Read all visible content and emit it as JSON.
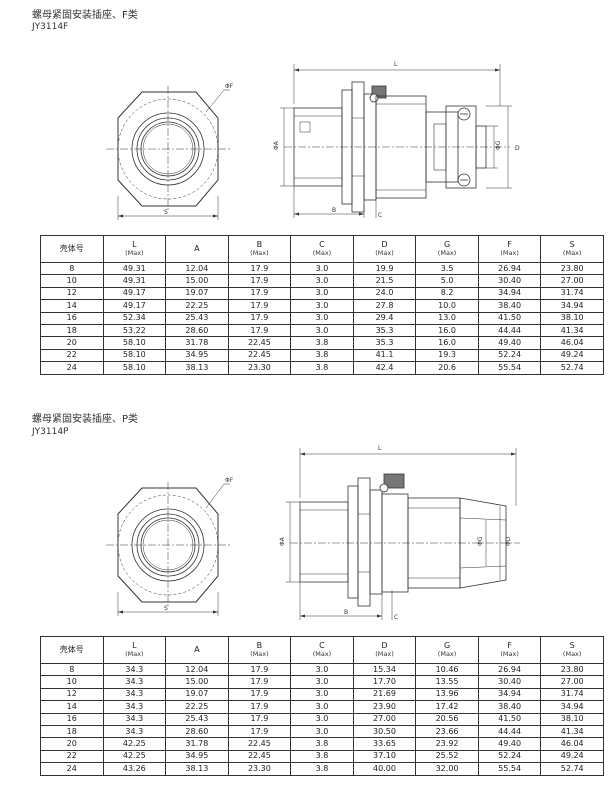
{
  "sections": [
    {
      "title": "螺母紧固安装插座、F类",
      "model": "JY3114F",
      "labels": {
        "phiF": "ΦF",
        "S": "S",
        "L": "L",
        "phiA": "ΦA",
        "B": "B",
        "C": "C",
        "phiG": "ΦG",
        "D": "D"
      },
      "columns": [
        {
          "label": "壳体号",
          "unit": ""
        },
        {
          "label": "L",
          "unit": "(Max)"
        },
        {
          "label": "A",
          "unit": ""
        },
        {
          "label": "B",
          "unit": "(Max)"
        },
        {
          "label": "C",
          "unit": "(Max)"
        },
        {
          "label": "D",
          "unit": "(Max)"
        },
        {
          "label": "G",
          "unit": "(Max)"
        },
        {
          "label": "F",
          "unit": "(Max)"
        },
        {
          "label": "S",
          "unit": "(Max)"
        }
      ],
      "rows": [
        [
          "8",
          "49.31",
          "12.04",
          "17.9",
          "3.0",
          "19.9",
          "3.5",
          "26.94",
          "23.80"
        ],
        [
          "10",
          "49.31",
          "15.00",
          "17.9",
          "3.0",
          "21.5",
          "5.0",
          "30.40",
          "27.00"
        ],
        [
          "12",
          "49.17",
          "19.07",
          "17.9",
          "3.0",
          "24.0",
          "8.2",
          "34.94",
          "31.74"
        ],
        [
          "14",
          "49.17",
          "22.25",
          "17.9",
          "3.0",
          "27.8",
          "10.0",
          "38.40",
          "34.94"
        ],
        [
          "16",
          "52.34",
          "25.43",
          "17.9",
          "3.0",
          "29.4",
          "13.0",
          "41.50",
          "38.10"
        ],
        [
          "18",
          "53.22",
          "28.60",
          "17.9",
          "3.0",
          "35.3",
          "16.0",
          "44.44",
          "41.34"
        ],
        [
          "20",
          "58.10",
          "31.78",
          "22.45",
          "3.8",
          "35.3",
          "16.0",
          "49.40",
          "46.04"
        ],
        [
          "22",
          "58.10",
          "34.95",
          "22.45",
          "3.8",
          "41.1",
          "19.3",
          "52.24",
          "49.24"
        ],
        [
          "24",
          "58.10",
          "38.13",
          "23.30",
          "3.8",
          "42.4",
          "20.6",
          "55.54",
          "52.74"
        ]
      ]
    },
    {
      "title": "螺母紧固安装插座、P类",
      "model": "JY3114P",
      "labels": {
        "phiF": "ΦF",
        "S": "S",
        "L": "L",
        "phiA": "ΦA",
        "B": "B",
        "C": "C",
        "phiG": "ΦG",
        "phiD": "ΦD"
      },
      "columns": [
        {
          "label": "壳体号",
          "unit": ""
        },
        {
          "label": "L",
          "unit": "(Max)"
        },
        {
          "label": "A",
          "unit": ""
        },
        {
          "label": "B",
          "unit": "(Max)"
        },
        {
          "label": "C",
          "unit": "(Max)"
        },
        {
          "label": "D",
          "unit": "(Max)"
        },
        {
          "label": "G",
          "unit": "(Max)"
        },
        {
          "label": "F",
          "unit": "(Max)"
        },
        {
          "label": "S",
          "unit": "(Max)"
        }
      ],
      "rows": [
        [
          "8",
          "34.3",
          "12.04",
          "17.9",
          "3.0",
          "15.34",
          "10.46",
          "26.94",
          "23.80"
        ],
        [
          "10",
          "34.3",
          "15.00",
          "17.9",
          "3.0",
          "17.70",
          "13.55",
          "30.40",
          "27.00"
        ],
        [
          "12",
          "34.3",
          "19.07",
          "17.9",
          "3.0",
          "21.69",
          "13.96",
          "34.94",
          "31.74"
        ],
        [
          "14",
          "34.3",
          "22.25",
          "17.9",
          "3.0",
          "23.90",
          "17.42",
          "38.40",
          "34.94"
        ],
        [
          "16",
          "34.3",
          "25.43",
          "17.9",
          "3.0",
          "27.00",
          "20.56",
          "41.50",
          "38.10"
        ],
        [
          "18",
          "34.3",
          "28.60",
          "17.9",
          "3.0",
          "30.50",
          "23.66",
          "44.44",
          "41.34"
        ],
        [
          "20",
          "42.25",
          "31.78",
          "22.45",
          "3.8",
          "33.65",
          "23.92",
          "49.40",
          "46.04"
        ],
        [
          "22",
          "42.25",
          "34.95",
          "22.45",
          "3.8",
          "37.10",
          "25.52",
          "52.24",
          "49.24"
        ],
        [
          "24",
          "43.26",
          "38.13",
          "23.30",
          "3.8",
          "40.00",
          "32.00",
          "55.54",
          "52.74"
        ]
      ]
    }
  ]
}
